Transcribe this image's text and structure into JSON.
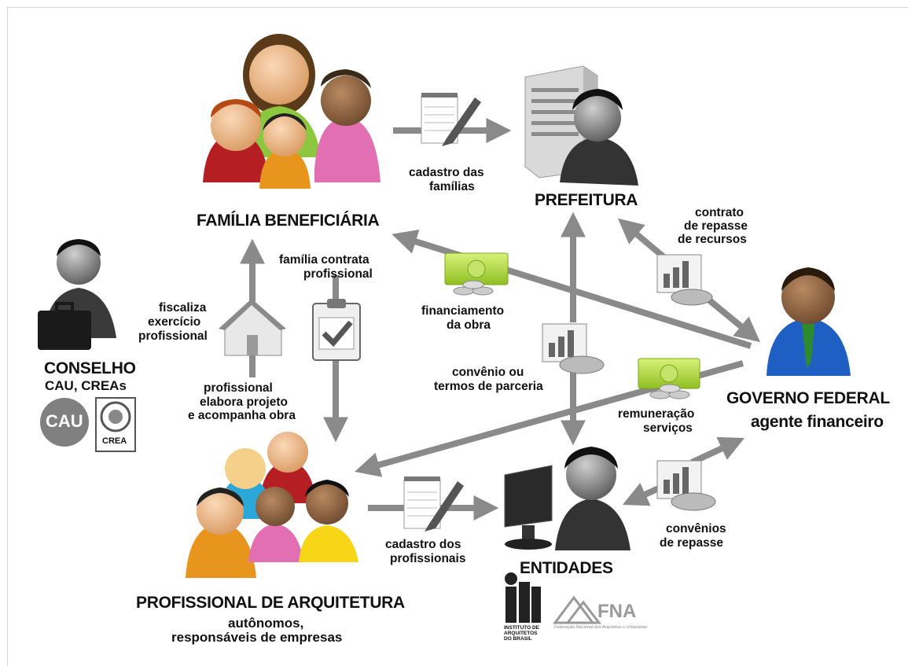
{
  "nodes": {
    "familia": {
      "title": "FAMÍLIA BENEFICIÁRIA"
    },
    "prefeitura": {
      "title": "PREFEITURA"
    },
    "governo": {
      "title": "GOVERNO FEDERAL",
      "subtitle": "agente financeiro"
    },
    "conselho": {
      "title": "CONSELHO",
      "subtitle": "CAU, CREAs"
    },
    "profissional": {
      "title": "PROFISSIONAL DE ARQUITETURA",
      "subtitle_line1": "autônomos,",
      "subtitle_line2": "responsáveis de empresas"
    },
    "entidades": {
      "title": "ENTIDADES"
    }
  },
  "edges": {
    "cadastro_familias": {
      "line1": "cadastro das",
      "line2": "famílias"
    },
    "contrato_repasse": {
      "line1": "contrato",
      "line2": "de repasse",
      "line3": "de recursos"
    },
    "familia_contrata": {
      "line1": "família contrata",
      "line2": "profissional"
    },
    "financiamento": {
      "line1": "financiamento",
      "line2": "da obra"
    },
    "fiscaliza": {
      "line1": "fiscaliza",
      "line2": "exercício",
      "line3": "profissional"
    },
    "elabora": {
      "line1": "profissional",
      "line2": "elabora projeto",
      "line3": "e acompanha obra"
    },
    "convenio": {
      "line1": "convênio ou",
      "line2": "termos de parceria"
    },
    "remuneracao": {
      "line1": "remuneração",
      "line2": "serviços"
    },
    "cadastro_profissionais": {
      "line1": "cadastro dos",
      "line2": "profissionais"
    },
    "convenios_repasse": {
      "line1": "convênios",
      "line2": "de repasse"
    }
  },
  "logos": {
    "cau": "CAU",
    "crea": "CREA",
    "iab": "INSTITUTO DE ARQUITETOS DO BRASIL",
    "fna": "FNA",
    "fna_caption": "Federação Nacional dos Arquitetos e Urbanistas"
  },
  "icons": [
    "people-group-icon",
    "server-user-icon",
    "businessman-icon",
    "notepad-pencil-icon",
    "chart-icon",
    "money-icon",
    "house-icon",
    "clipboard-check-icon",
    "computer-user-icon",
    "briefcase-man-icon"
  ],
  "colors": {
    "arrow": "#8a8a8a",
    "text": "#111111",
    "money": "#9acd32"
  }
}
